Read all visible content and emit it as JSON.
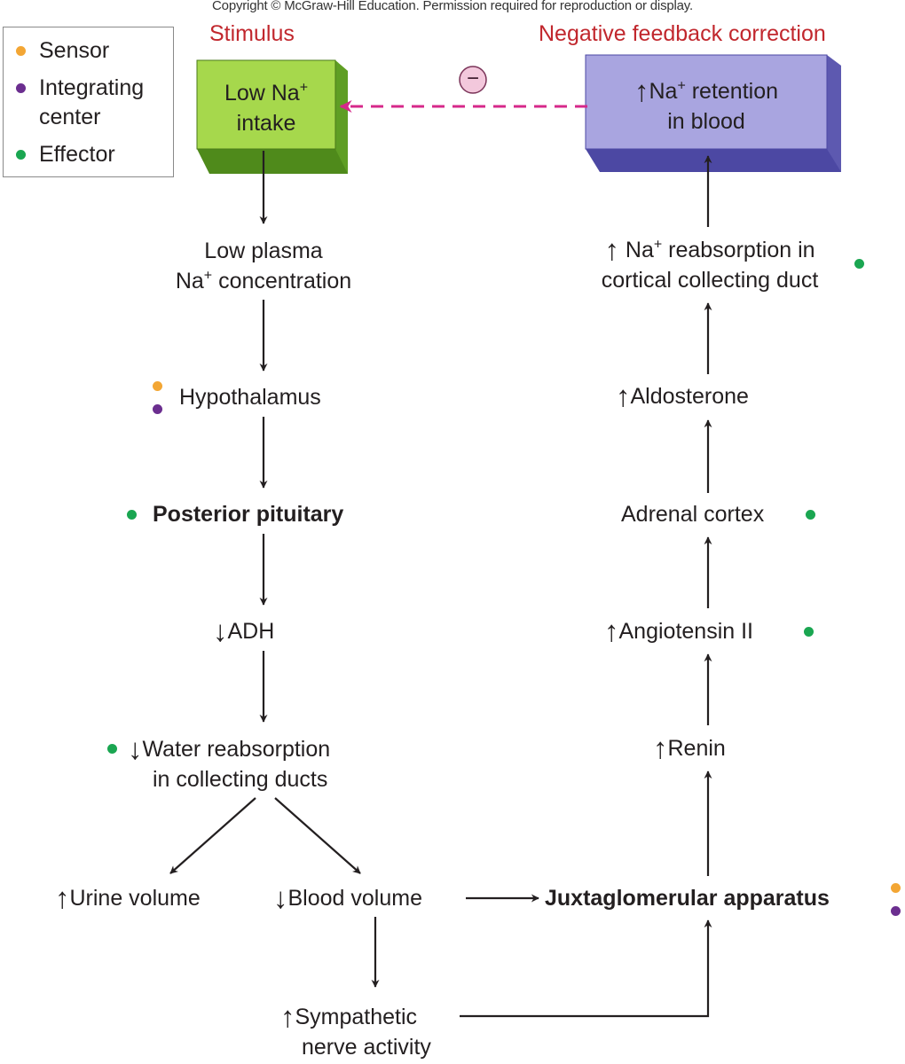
{
  "copyright": "Copyright © McGraw-Hill Education. Permission required for reproduction or display.",
  "legend": [
    {
      "label": "Sensor",
      "color": "#f3a634"
    },
    {
      "label": "Integrating",
      "label2": "center",
      "color": "#6b2e8f"
    },
    {
      "label": "Effector",
      "color": "#1aa651"
    }
  ],
  "headings": {
    "stimulus": "Stimulus",
    "correction": "Negative feedback correction"
  },
  "stimulus_box": {
    "line1": "Low Na",
    "sup": "+",
    "line2": "intake",
    "color": "#a6d84c"
  },
  "correction_box": {
    "arrow": "↑",
    "line1": "Na",
    "sup": "+",
    "line1b": " retention",
    "line2": "in blood",
    "color": "#a9a5e0"
  },
  "feedback_symbol": "−",
  "left_chain": {
    "low_plasma_1": "Low plasma",
    "low_plasma_2a": "Na",
    "low_plasma_sup": "+",
    "low_plasma_2b": " concentration",
    "hypothalamus": "Hypothalamus",
    "posterior_pituitary": "Posterior pituitary",
    "adh_arrow": "↓",
    "adh": "ADH",
    "water_arrow": "↓",
    "water_1": "Water reabsorption",
    "water_2": "in collecting ducts",
    "urine_arrow": "↑",
    "urine": "Urine volume",
    "blood_arrow": "↓",
    "blood": "Blood volume",
    "symp_arrow": "↑",
    "symp_1": "Sympathetic",
    "symp_2": "nerve activity"
  },
  "right_chain": {
    "jga": "Juxtaglomerular apparatus",
    "renin_arrow": "↑",
    "renin": "Renin",
    "angio_arrow": "↑",
    "angio": "Angiotensin II",
    "adrenal": "Adrenal cortex",
    "aldo_arrow": "↑",
    "aldo": "Aldosterone",
    "reab_arrow": "↑",
    "reab_1a": " Na",
    "reab_sup": "+",
    "reab_1b": " reabsorption in",
    "reab_2": "cortical collecting duct"
  }
}
